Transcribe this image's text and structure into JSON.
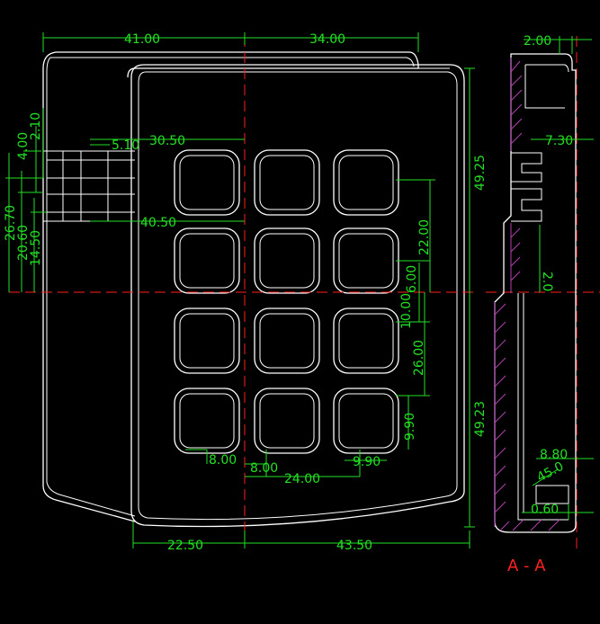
{
  "diagram": {
    "top_dims": [
      "41.00",
      "34.00"
    ],
    "left_dims": [
      "4.00",
      "2.10",
      "26.70",
      "20.60",
      "14.50"
    ],
    "inner_dims": [
      "30.50",
      "5.10",
      "40.50"
    ],
    "right_dims": [
      "49.25",
      "22.00",
      "6.00",
      "10.00",
      "26.00",
      "9.90",
      "49.23"
    ],
    "bottom_key_dims": [
      "8.00",
      "8.00",
      "24.00",
      "9.90"
    ],
    "bottom_dims": [
      "22.50",
      "43.50"
    ],
    "section_dims": [
      "2.00",
      "7.30",
      "2.0",
      "8.80",
      "45.0",
      "0.60"
    ],
    "section_label": "A - A"
  }
}
